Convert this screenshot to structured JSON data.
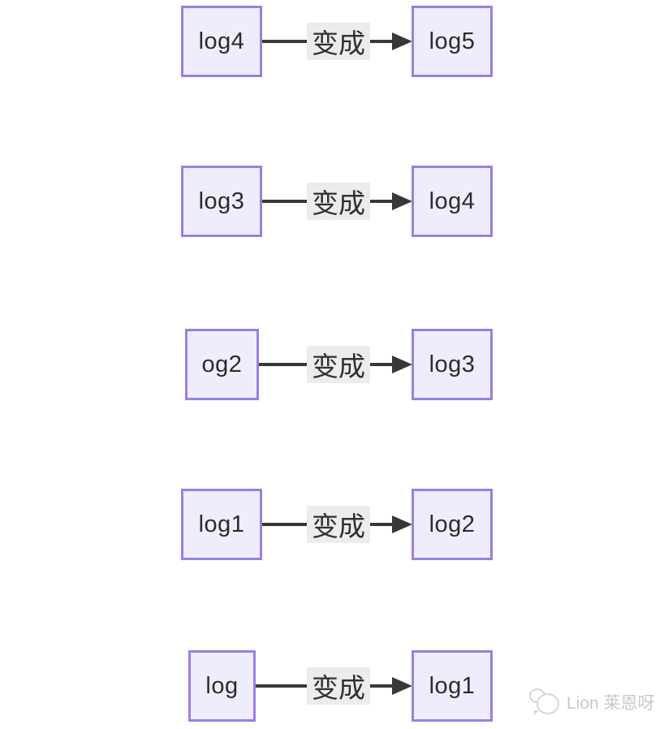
{
  "diagram": {
    "rows": [
      {
        "from": "log4",
        "label": "变成",
        "to": "log5"
      },
      {
        "from": "log3",
        "label": "变成",
        "to": "log4"
      },
      {
        "from": "og2",
        "label": "变成",
        "to": "log3"
      },
      {
        "from": "log1",
        "label": "变成",
        "to": "log2"
      },
      {
        "from": "log",
        "label": "变成",
        "to": "log1"
      }
    ]
  },
  "watermark": {
    "text": "Lion 莱恩呀",
    "icon": "chat-bubbles-icon"
  },
  "colors": {
    "node_fill": "#efedfb",
    "node_border": "#9b7fe0",
    "node_text": "#2b2b2b",
    "arrow": "#383838",
    "edge_label_background": "#ececec",
    "edge_label_text": "#2f2f2f",
    "watermark_gray": "#c9c9c9",
    "background": "#ffffff"
  }
}
